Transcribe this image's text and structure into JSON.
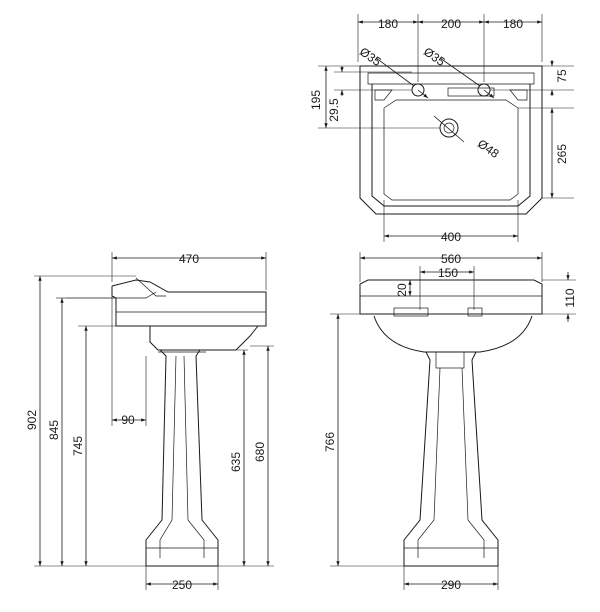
{
  "drawing": {
    "top_view": {
      "dim_180_left": "180",
      "dim_200": "200",
      "dim_180_right": "180",
      "dim_hole_left": "Ø35",
      "dim_hole_right": "Ø35",
      "dim_75": "75",
      "dim_195": "195",
      "dim_29_5": "29.5",
      "dim_265": "265",
      "dim_waste": "Ø48",
      "dim_400": "400"
    },
    "side_view": {
      "dim_470": "470",
      "dim_902": "902",
      "dim_845": "845",
      "dim_745": "745",
      "dim_90": "90",
      "dim_635": "635",
      "dim_680": "680",
      "dim_250": "250"
    },
    "front_view": {
      "dim_560": "560",
      "dim_150": "150",
      "dim_20": "20",
      "dim_110": "110",
      "dim_766": "766",
      "dim_290": "290"
    }
  }
}
